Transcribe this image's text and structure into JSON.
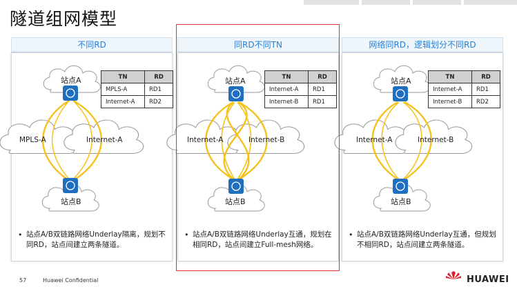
{
  "page": {
    "title": "隧道组网模型"
  },
  "panels": [
    {
      "header": "不同RD",
      "site_top": "站点A",
      "site_bottom": "站点B",
      "cloud_left": "MPLS-A",
      "cloud_right": "Internet-A",
      "table": {
        "headers": [
          "TN",
          "RD"
        ],
        "rows": [
          [
            "MPLS-A",
            "RD1"
          ],
          [
            "Internet-A",
            "RD2"
          ]
        ]
      },
      "bullet": "站点A/B双链路网络Underlay隔离，规划不同RD，站点间建立两条隧道。"
    },
    {
      "header": "同RD不同TN",
      "site_top": "站点A",
      "site_bottom": "站点B",
      "cloud_left": "Internet-A",
      "cloud_right": "Internet-B",
      "table": {
        "headers": [
          "TN",
          "RD"
        ],
        "rows": [
          [
            "Internet-A",
            "RD1"
          ],
          [
            "Internet-B",
            "RD1"
          ]
        ]
      },
      "bullet": "站点A/B双链路网络Underlay互通，规划在相同RD，站点间建立Full-mesh网络。"
    },
    {
      "header": "网络同RD，逻辑划分不同RD",
      "site_top": "站点A",
      "site_bottom": "站点B",
      "cloud_left": "Internet-A",
      "cloud_right": "Internet-B",
      "table": {
        "headers": [
          "TN",
          "RD"
        ],
        "rows": [
          [
            "Internet-A",
            "RD1"
          ],
          [
            "Internet-B",
            "RD2"
          ]
        ]
      },
      "bullet": "站点A/B双链路网络Underlay互通，但规划不相同RD，站点间建立两条隧道。"
    }
  ],
  "footer": {
    "page_number": "57",
    "confidential": "Huawei Confidential",
    "brand": "HUAWEI"
  },
  "colors": {
    "tunnel": "#f5c11a",
    "router": "#1f6fc0",
    "accent_text": "#2a7fd4",
    "highlight_box": "#e03030"
  }
}
